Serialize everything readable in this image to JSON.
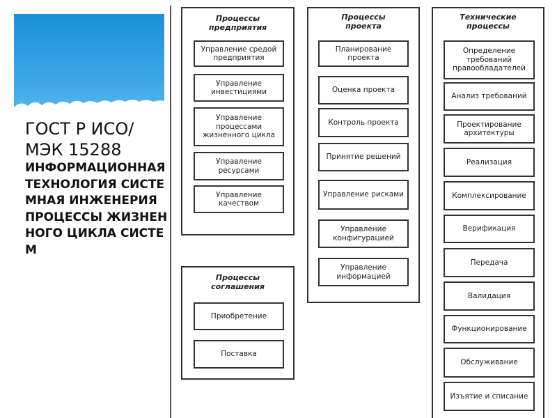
{
  "title": {
    "main": "ГОСТ Р ИСО/МЭК 15288",
    "subtitle": "ИНФОРМАЦИОННАЯ ТЕХНОЛОГИЯ СИСТЕМНАЯ ИНЖЕНЕРИЯ ПРОЦЕССЫ ЖИЗНЕННОГО ЦИКЛА СИСТЕМ"
  },
  "groups": {
    "enterprise": {
      "title": "Процессы предприятия",
      "items": [
        "Управление средой предприятия",
        "Управление инвестициями",
        "Управление процессами жизненного цикла",
        "Управление ресурсами",
        "Управление качеством"
      ]
    },
    "agreement": {
      "title": "Процессы соглашения",
      "items": [
        "Приобретение",
        "Поставка"
      ]
    },
    "project": {
      "title": "Процессы проекта",
      "items": [
        "Планирование проекта",
        "Оценка проекта",
        "Контроль проекта",
        "Принятие решений",
        "Управление рисками",
        "Управление конфигурацией",
        "Управление информацией"
      ]
    },
    "technical": {
      "title": "Технические процессы",
      "items": [
        "Определение требований правообладателей",
        "Анализ требований",
        "Проектирование архитектуры",
        "Реализация",
        "Комплексирование",
        "Верификация",
        "Передача",
        "Валидация",
        "Функционирование",
        "Обслуживание",
        "Изъятие и списание"
      ]
    }
  },
  "colors": {
    "banner": "#1d8fd8",
    "border": "#333333"
  }
}
